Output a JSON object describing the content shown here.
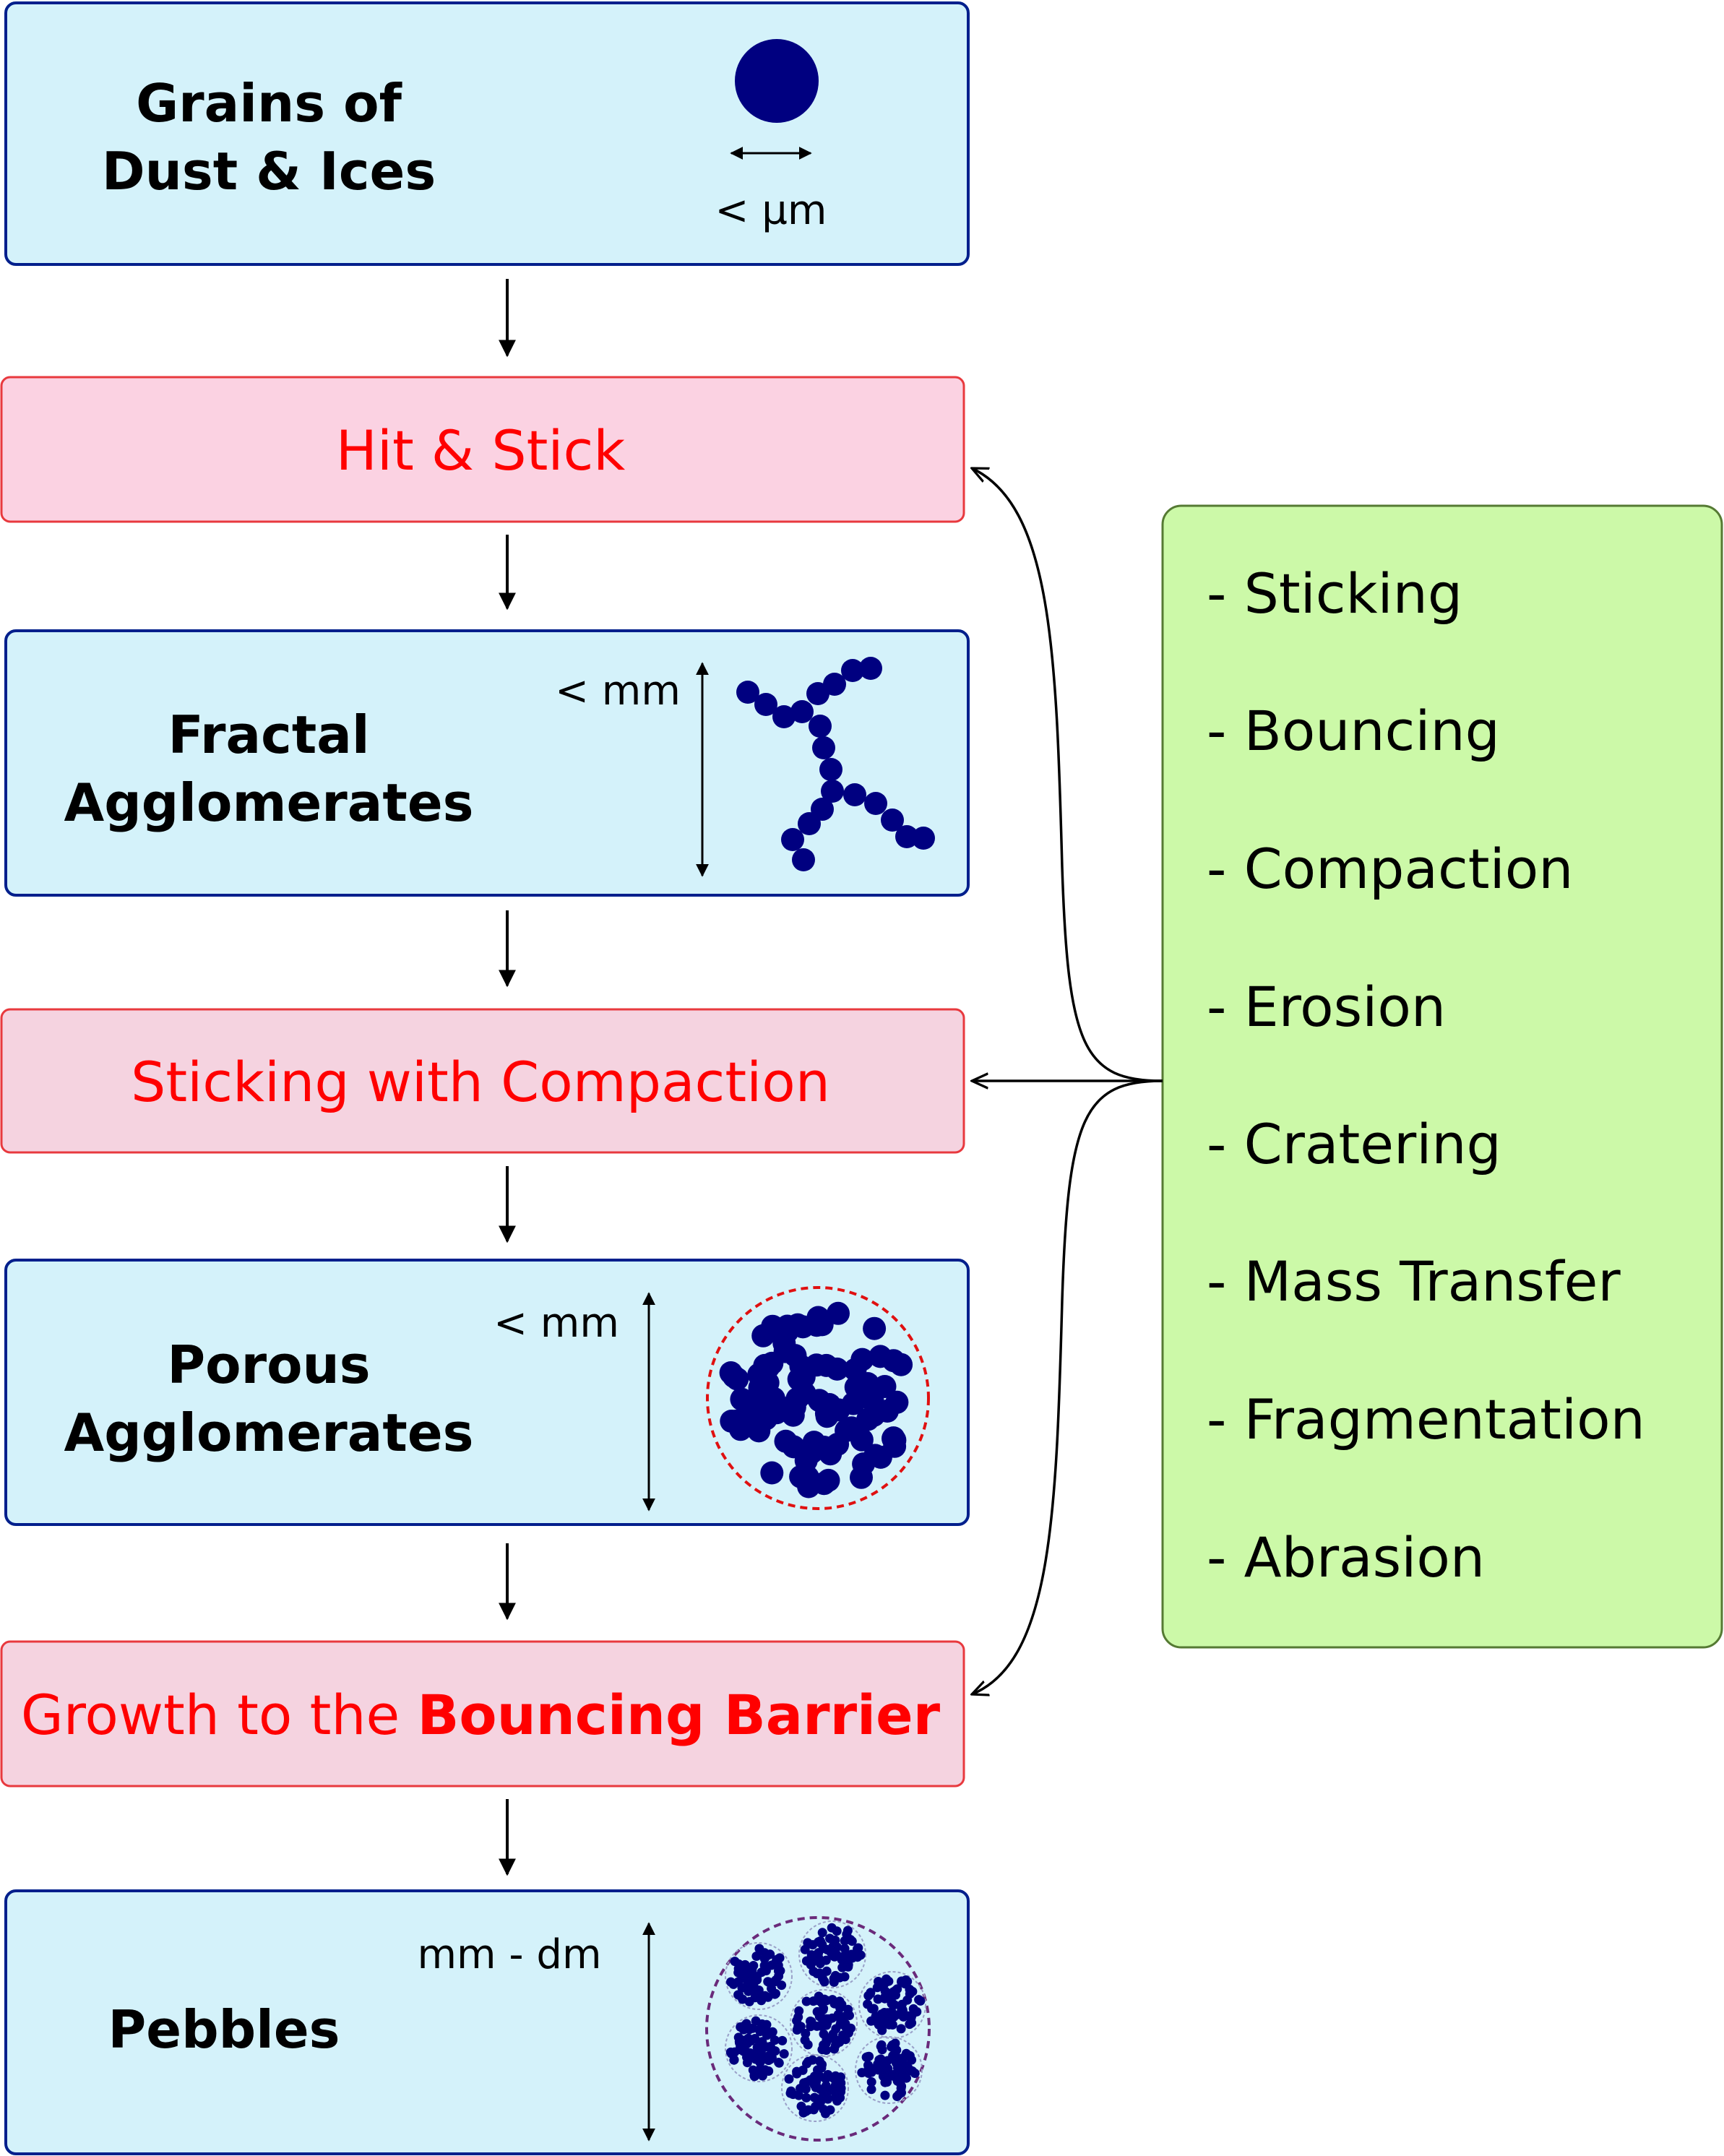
{
  "colors": {
    "stage_fill": "#d4f2fa",
    "stage_stroke": "#001f8c",
    "process_fill": "#fbd2e2",
    "process_stroke": "#e8393e",
    "process_text": "#ff0000",
    "mech_fill": "#ccf9a8",
    "mech_stroke": "#557a33",
    "particle": "#000080",
    "boundary_red": "#e01010",
    "boundary_purple": "#6a2a7a"
  },
  "stages": [
    {
      "title_line1": "Grains of",
      "title_line2": "Dust & Ices",
      "scale": "< µm",
      "icon": "single-grain"
    },
    {
      "title_line1": "Fractal",
      "title_line2": "Agglomerates",
      "scale": "< mm",
      "icon": "fractal-chain"
    },
    {
      "title_line1": "Porous",
      "title_line2": "Agglomerates",
      "scale": "< mm",
      "icon": "porous-cluster"
    },
    {
      "title_line1": "Pebbles",
      "title_line2": "",
      "scale": "mm - dm",
      "icon": "pebble-cluster"
    }
  ],
  "processes": [
    {
      "text": "Hit & Stick",
      "bold": ""
    },
    {
      "text": "Sticking with Compaction",
      "bold": ""
    },
    {
      "text": "Growth to the ",
      "bold": "Bouncing Barrier"
    }
  ],
  "mechanisms": [
    "- Sticking",
    "- Bouncing",
    "- Compaction",
    "- Erosion",
    "- Cratering",
    "- Mass Transfer",
    "- Fragmentation",
    "- Abrasion"
  ]
}
